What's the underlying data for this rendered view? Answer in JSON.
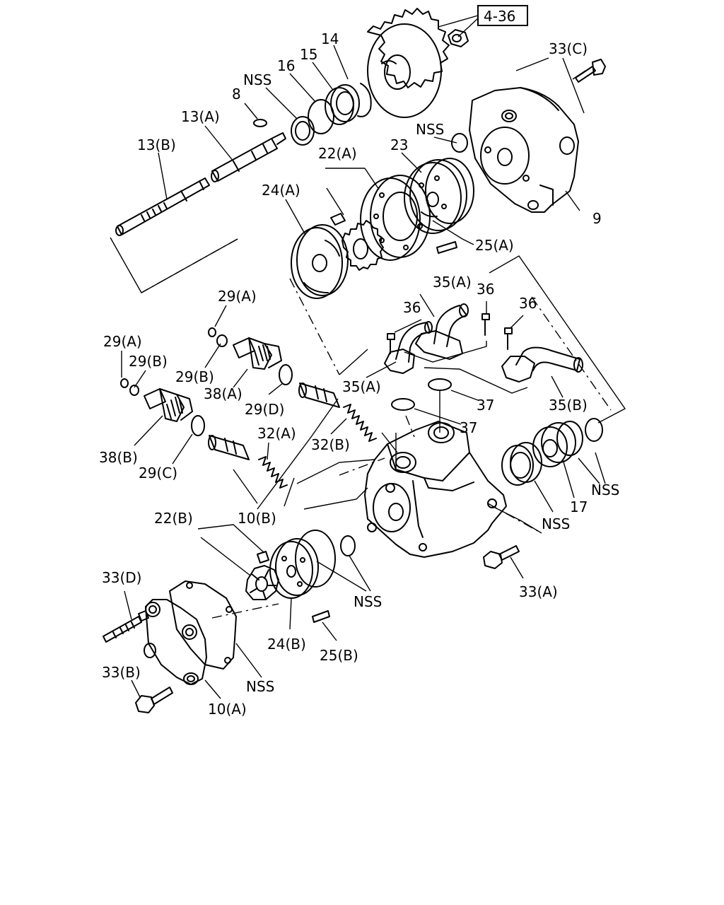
{
  "reference_box": "4-36",
  "labels": {
    "l14": "14",
    "l15": "15",
    "l16": "16",
    "lnss_top": "NSS",
    "l8": "8",
    "l13a": "13(A)",
    "l13b": "13(B)",
    "l33c": "33(C)",
    "lnss_cover": "NSS",
    "l23": "23",
    "l22a": "22(A)",
    "l24a": "24(A)",
    "l9": "9",
    "l25a": "25(A)",
    "l29a_1": "29(A)",
    "l29a_2": "29(A)",
    "l29b_1": "29(B)",
    "l29b_2": "29(B)",
    "l38a": "38(A)",
    "l29d": "29(D)",
    "l38b": "38(B)",
    "l29c": "29(C)",
    "l32a": "32(A)",
    "l32b": "32(B)",
    "l10b": "10(B)",
    "l35a_top": "35(A)",
    "l36_1": "36",
    "l36_2": "36",
    "l36_3": "36",
    "l35a_low": "35(A)",
    "l37_1": "37",
    "l37_2": "37",
    "l35b": "35(B)",
    "lnss_right": "NSS",
    "l17": "17",
    "lnss_bearing": "NSS",
    "l33a": "33(A)",
    "l22b": "22(B)",
    "l33d": "33(D)",
    "lnss_plate": "NSS",
    "l24b": "24(B)",
    "l25b": "25(B)",
    "l33b": "33(B)",
    "lnss_gasket": "NSS",
    "l10a": "10(A)"
  }
}
